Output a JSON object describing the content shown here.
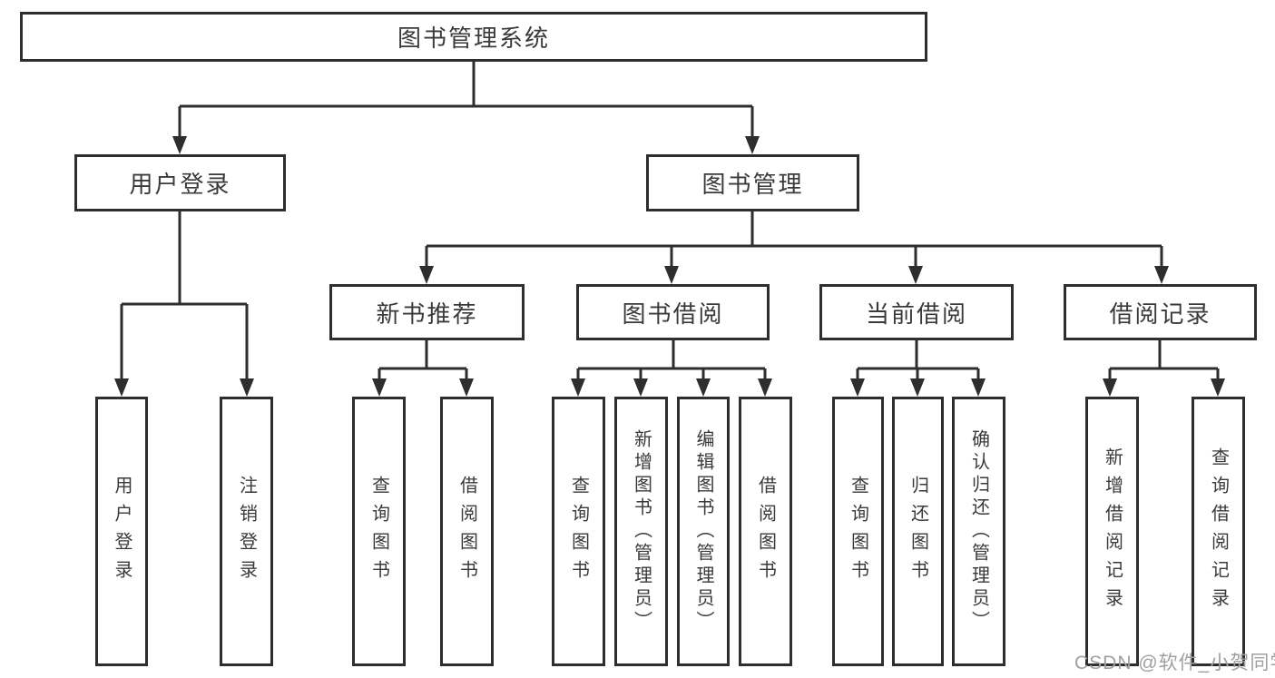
{
  "page": {
    "watermark": "CSDN @软件_小贺同学"
  },
  "diagram": {
    "type": "hierarchy",
    "colors": {
      "line": "#2e2e2e",
      "text": "#3a3a3a",
      "box_background": "#ffffff",
      "watermark": "#a0a0a0"
    },
    "root": {
      "label": "图书管理系统"
    },
    "branches": [
      {
        "label": "用户登录",
        "leaves": [
          "用户登录",
          "注销登录"
        ]
      },
      {
        "label": "图书管理",
        "sections": [
          {
            "label": "新书推荐",
            "leaves": [
              "查询图书",
              "借阅图书"
            ]
          },
          {
            "label": "图书借阅",
            "leaves": [
              "查询图书",
              "新增图书（管理员）",
              "编辑图书（管理员）",
              "借阅图书"
            ]
          },
          {
            "label": "当前借阅",
            "leaves": [
              "查询图书",
              "归还图书",
              "确认归还（管理员）"
            ]
          },
          {
            "label": "借阅记录",
            "leaves": [
              "新增借阅记录",
              "查询借阅记录"
            ]
          }
        ]
      }
    ]
  }
}
